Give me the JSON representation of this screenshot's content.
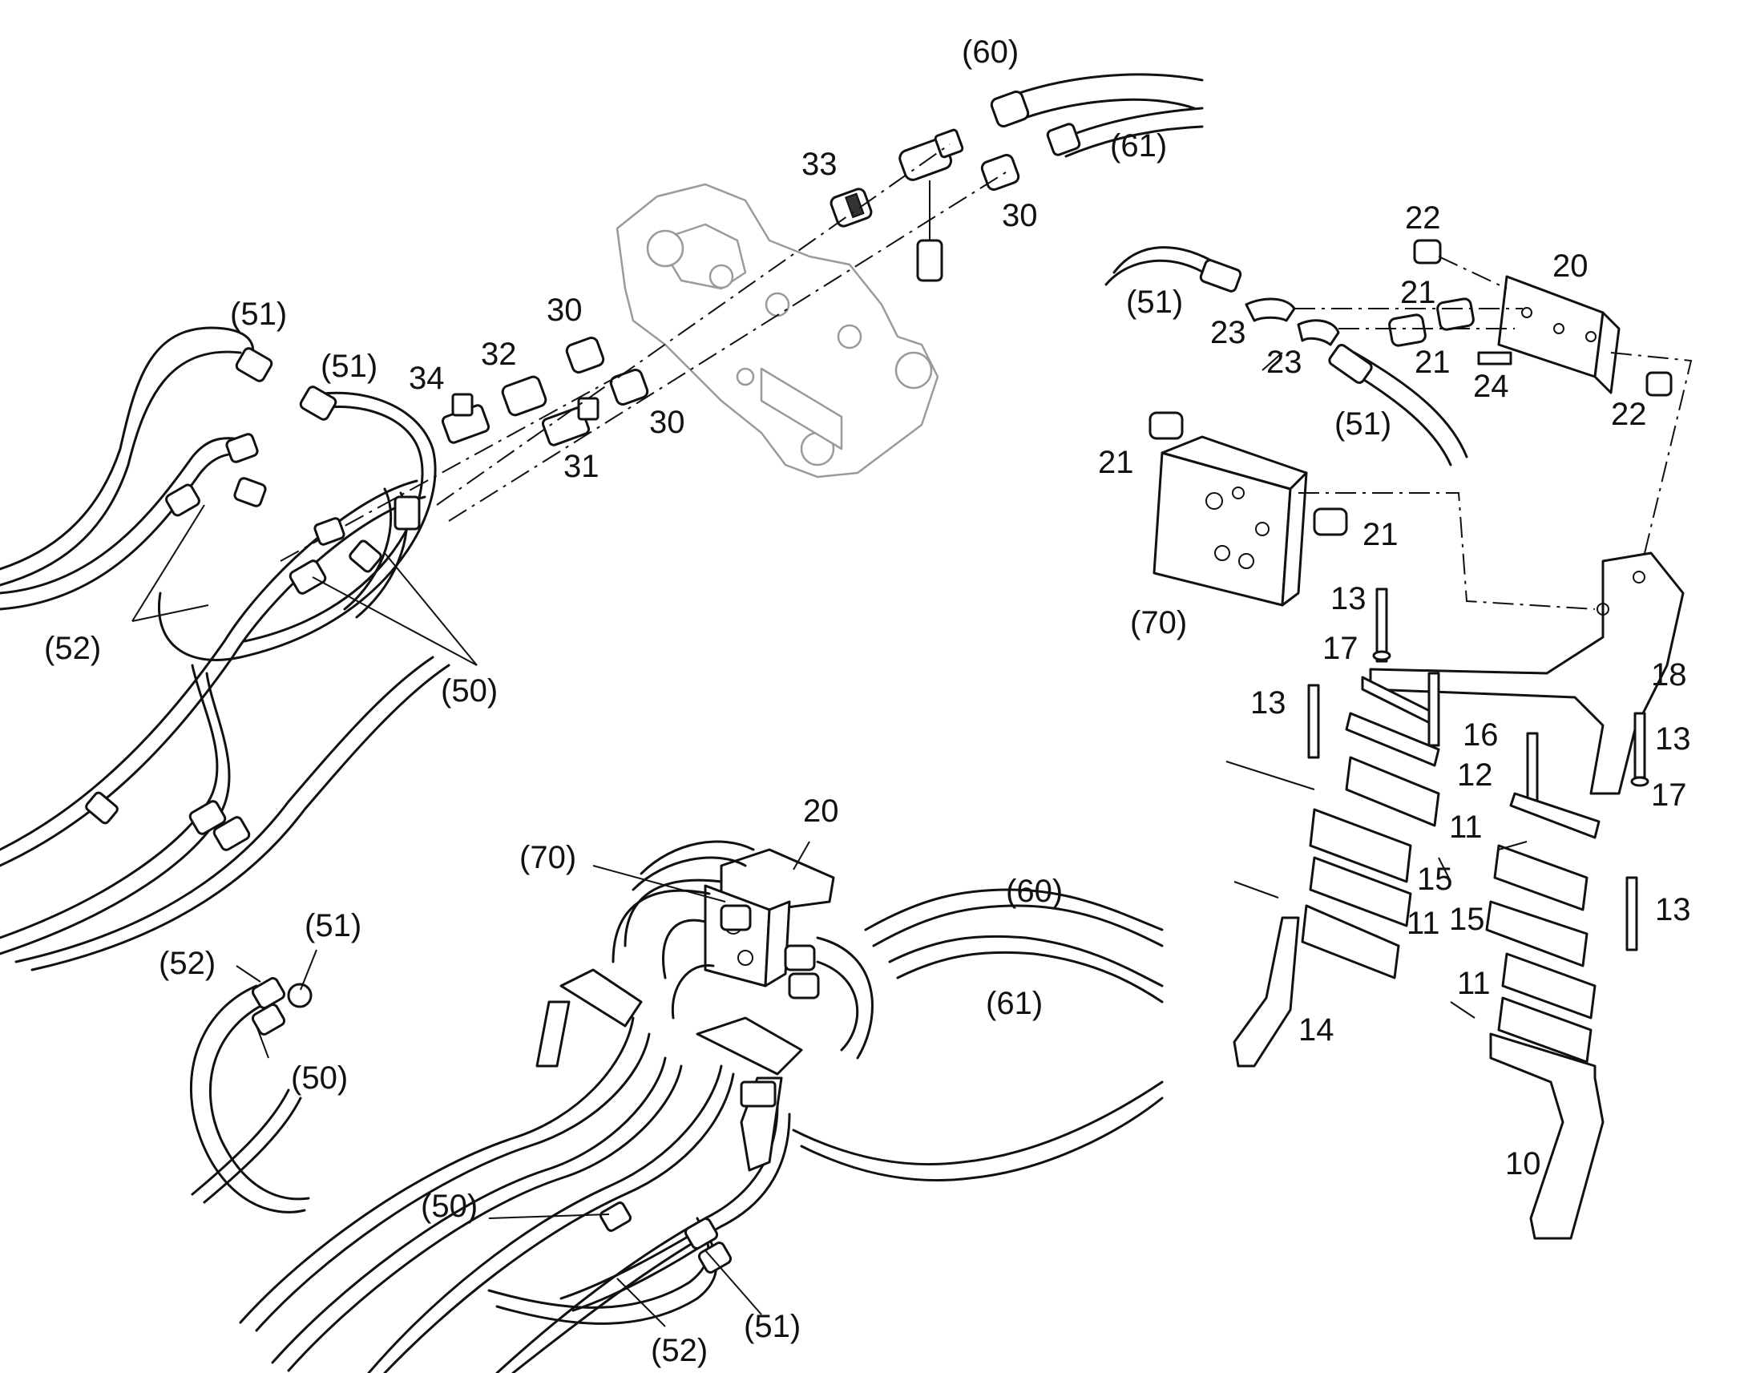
{
  "callouts": [
    {
      "id": "c60a",
      "text": "(60)"
    },
    {
      "id": "c61a",
      "text": "(61)"
    },
    {
      "id": "c33",
      "text": "33"
    },
    {
      "id": "c30a",
      "text": "30"
    },
    {
      "id": "c30b",
      "text": "30"
    },
    {
      "id": "c30c",
      "text": "30"
    },
    {
      "id": "c32",
      "text": "32"
    },
    {
      "id": "c34",
      "text": "34"
    },
    {
      "id": "c31",
      "text": "31"
    },
    {
      "id": "c51a",
      "text": "(51)"
    },
    {
      "id": "c51b",
      "text": "(51)"
    },
    {
      "id": "c52a",
      "text": "(52)"
    },
    {
      "id": "c50a",
      "text": "(50)"
    },
    {
      "id": "c22a",
      "text": "22"
    },
    {
      "id": "c20a",
      "text": "20"
    },
    {
      "id": "c21a",
      "text": "21"
    },
    {
      "id": "c21b",
      "text": "21"
    },
    {
      "id": "c51c",
      "text": "(51)"
    },
    {
      "id": "c23a",
      "text": "23"
    },
    {
      "id": "c23b",
      "text": "23"
    },
    {
      "id": "c24",
      "text": "24"
    },
    {
      "id": "c22b",
      "text": "22"
    },
    {
      "id": "c51d",
      "text": "(51)"
    },
    {
      "id": "c21c",
      "text": "21"
    },
    {
      "id": "c21d",
      "text": "21"
    },
    {
      "id": "c70a",
      "text": "(70)"
    },
    {
      "id": "c13a",
      "text": "13"
    },
    {
      "id": "c17a",
      "text": "17"
    },
    {
      "id": "c18",
      "text": "18"
    },
    {
      "id": "c13b",
      "text": "13"
    },
    {
      "id": "c16",
      "text": "16"
    },
    {
      "id": "c13c",
      "text": "13"
    },
    {
      "id": "c12",
      "text": "12"
    },
    {
      "id": "c17b",
      "text": "17"
    },
    {
      "id": "c11a",
      "text": "11"
    },
    {
      "id": "c15a",
      "text": "15"
    },
    {
      "id": "c11b",
      "text": "11"
    },
    {
      "id": "c15b",
      "text": "15"
    },
    {
      "id": "c13d",
      "text": "13"
    },
    {
      "id": "c11c",
      "text": "11"
    },
    {
      "id": "c14",
      "text": "14"
    },
    {
      "id": "c10",
      "text": "10"
    },
    {
      "id": "c20b",
      "text": "20"
    },
    {
      "id": "c70b",
      "text": "(70)"
    },
    {
      "id": "c60b",
      "text": "(60)"
    },
    {
      "id": "c61b",
      "text": "(61)"
    },
    {
      "id": "c52b",
      "text": "(52)"
    },
    {
      "id": "c51e",
      "text": "(51)"
    },
    {
      "id": "c50b",
      "text": "(50)"
    },
    {
      "id": "c50c",
      "text": "(50)"
    },
    {
      "id": "c52c",
      "text": "(52)"
    },
    {
      "id": "c51f",
      "text": "(51)"
    }
  ]
}
